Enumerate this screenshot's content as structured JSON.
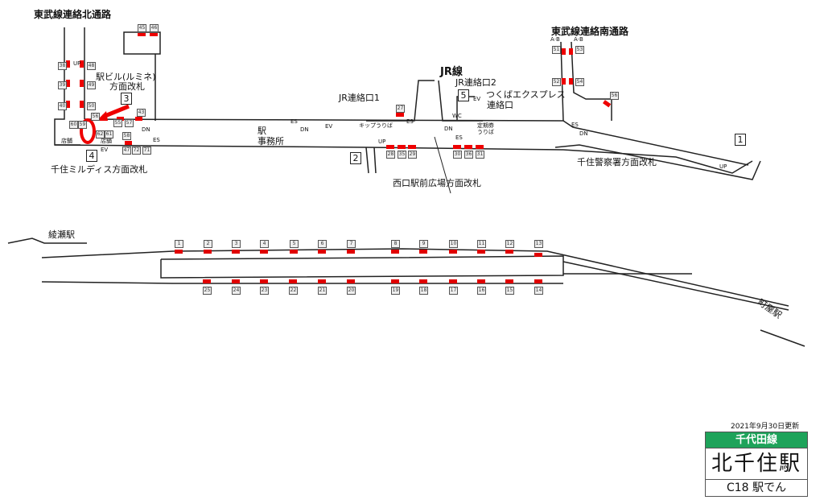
{
  "station": {
    "line": "千代田線",
    "name": "北千住駅",
    "code": "C18 駅でん",
    "updated": "2021年9月30日更新",
    "line_color": "#1ea35a"
  },
  "concourse": {
    "north_passage": "東武線連絡北通路",
    "south_passage": "東武線連絡南通路",
    "lumine_gate": [
      "駅ビル(ルミネ)",
      "方面改札"
    ],
    "mildis_gate": "千住ミルディス方面改札",
    "west_gate": "西口駅前広場方面改札",
    "police_gate": "千住警察署方面改札",
    "jr_line": "JR線",
    "jr_exit1": "JR連絡口1",
    "jr_exit2": "JR連絡口2",
    "tx_exit": [
      "つくばエクスプレス",
      "連絡口"
    ],
    "office": [
      "駅",
      "事務所"
    ],
    "shop": "店舗",
    "ticket_machine": "キップうりば",
    "pass_office": [
      "定期券",
      "うりば"
    ],
    "wc": "WC",
    "ev": "EV",
    "es": "ES",
    "up": "UP",
    "dn": "DN",
    "ab": "A·B",
    "exits": [
      "1",
      "2",
      "3",
      "4",
      "5"
    ],
    "door_numbers": [
      "38",
      "39",
      "40",
      "48",
      "49",
      "50",
      "45",
      "46",
      "60",
      "59",
      "43",
      "57",
      "58",
      "55",
      "56",
      "62",
      "61",
      "47",
      "72",
      "71",
      "27",
      "28",
      "35",
      "29",
      "30",
      "36",
      "31",
      "51",
      "53",
      "52",
      "54",
      "56"
    ]
  },
  "platform": {
    "ayase": "綾瀬駅",
    "machiya": "町屋駅",
    "top_cars": [
      "1",
      "2",
      "3",
      "4",
      "5",
      "6",
      "7",
      "8",
      "9",
      "10",
      "11",
      "12",
      "13"
    ],
    "bottom_cars": [
      "25",
      "24",
      "23",
      "22",
      "21",
      "20",
      "19",
      "18",
      "17",
      "16",
      "15",
      "14"
    ],
    "highlight_color": "#e00000"
  }
}
